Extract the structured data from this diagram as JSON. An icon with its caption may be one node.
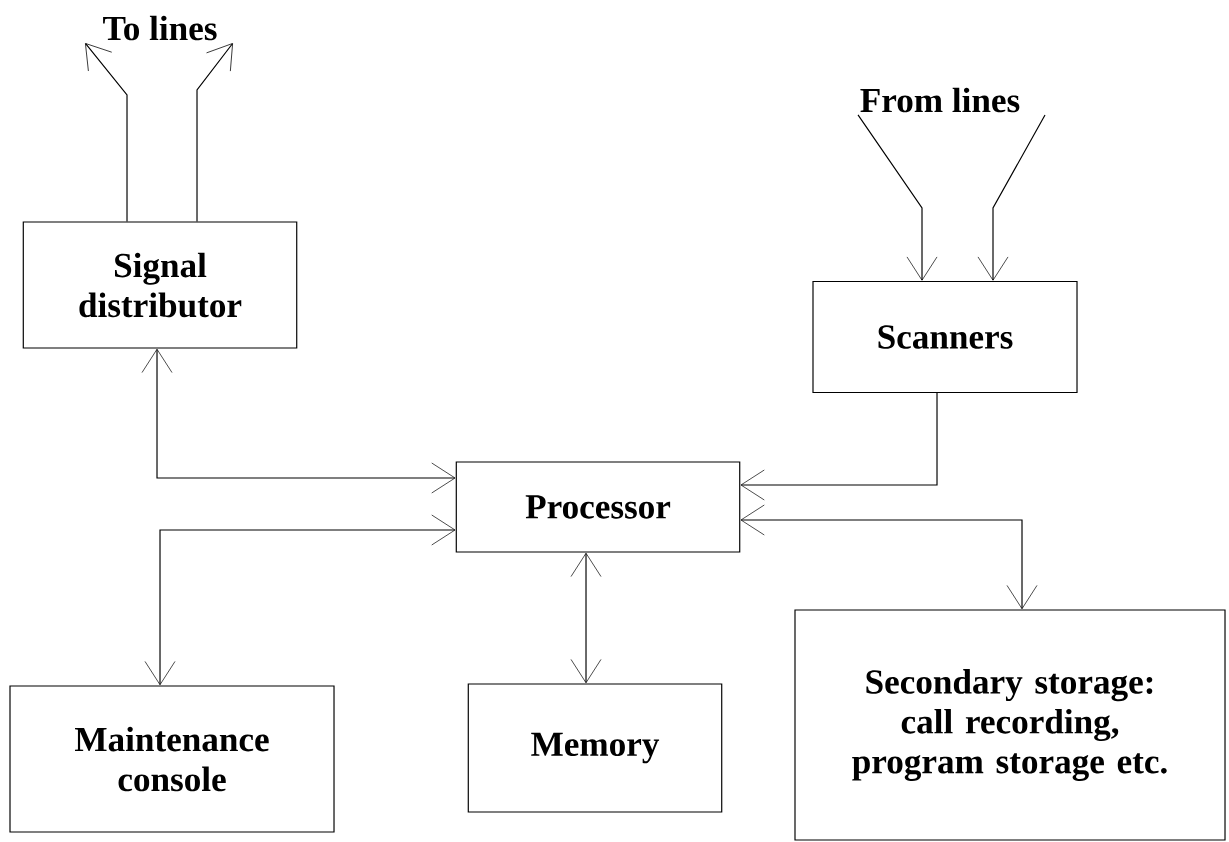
{
  "diagram": {
    "nodes": [
      {
        "text": [
          "To lines"
        ]
      },
      {
        "text": [
          "Signal distributor"
        ]
      },
      {
        "text": [
          "From lines"
        ]
      },
      {
        "text": [
          "Scanners"
        ]
      },
      {
        "text": [
          "Processor"
        ]
      },
      {
        "text": [
          "Maintenance console"
        ]
      },
      {
        "text": [
          "Memory"
        ]
      },
      {
        "text": [
          "Secondary storage: call recording, program storage etc."
        ]
      }
    ],
    "edges": [
      {
        "from": 1,
        "to": 0,
        "arrow": "to"
      },
      {
        "from": 1,
        "to": 0,
        "arrow": "to"
      },
      {
        "from": 2,
        "to": 3,
        "arrow": "to"
      },
      {
        "from": 2,
        "to": 3,
        "arrow": "to"
      },
      {
        "from": 1,
        "to": 4,
        "arrow": "both"
      },
      {
        "from": 3,
        "to": 4,
        "arrow": "to"
      },
      {
        "from": 5,
        "to": 4,
        "arrow": "both"
      },
      {
        "from": 4,
        "to": 6,
        "arrow": "both"
      },
      {
        "from": 4,
        "to": 7,
        "arrow": "both"
      }
    ]
  }
}
